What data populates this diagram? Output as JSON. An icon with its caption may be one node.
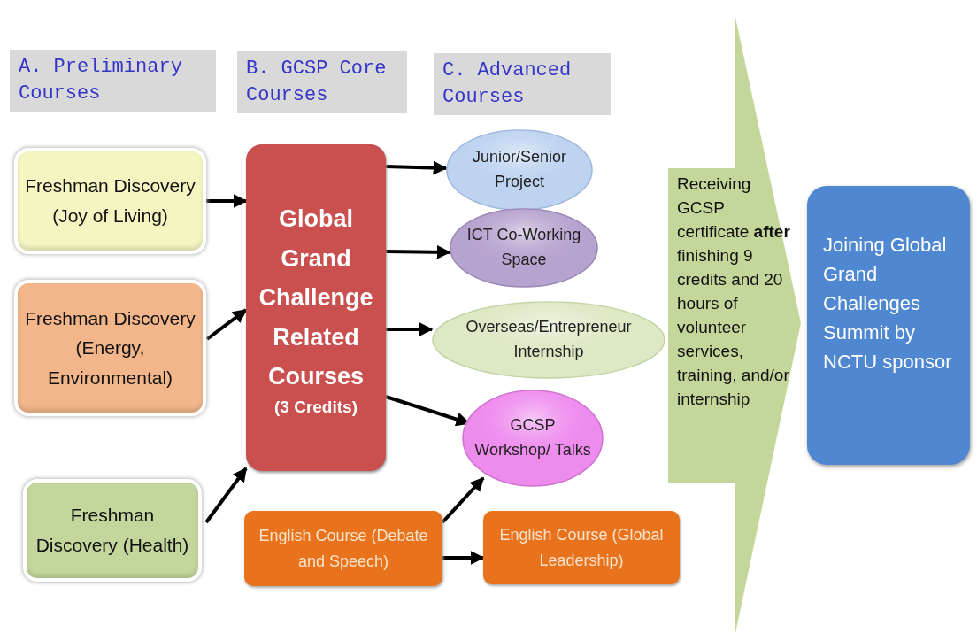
{
  "diagram": {
    "nodes": [
      {
        "text": [
          "A. Preliminary Courses"
        ]
      },
      {
        "text": [
          "B. GCSP Core Courses"
        ]
      },
      {
        "text": [
          "C. Advanced Courses"
        ]
      },
      {
        "text": [
          "Freshman Discovery (Joy of Living)"
        ]
      },
      {
        "text": [
          "Freshman Discovery (Energy, Environmental)"
        ]
      },
      {
        "text": [
          "Freshman Discovery (Health)"
        ]
      },
      {
        "text": [
          "Global Grand Challenge Related Courses",
          "(3 Credits)"
        ]
      },
      {
        "text": [
          "Junior/Senior Project"
        ]
      },
      {
        "text": [
          "ICT Co-Working Space"
        ]
      },
      {
        "text": [
          "Overseas/Entrepreneur Internship"
        ]
      },
      {
        "text": [
          "GCSP Workshop/ Talks"
        ]
      },
      {
        "text": [
          "English Course (Debate and Speech)"
        ]
      },
      {
        "text": [
          "English Course (Global Leadership)"
        ]
      },
      {
        "text": [
          "Receiving GCSP certificate **after** finishing 9 credits and 20 hours of volunteer services, training, and/or internship"
        ]
      },
      {
        "text": [
          "Joining Global Grand Challenges Summit by NCTU sponsor"
        ]
      }
    ],
    "edges": [
      {
        "from": 3,
        "to": 6,
        "arrow": "to"
      },
      {
        "from": 4,
        "to": 6,
        "arrow": "to"
      },
      {
        "from": 5,
        "to": 6,
        "arrow": "to"
      },
      {
        "from": 6,
        "to": 7,
        "arrow": "to"
      },
      {
        "from": 6,
        "to": 8,
        "arrow": "to"
      },
      {
        "from": 6,
        "to": 9,
        "arrow": "to"
      },
      {
        "from": 6,
        "to": 10,
        "arrow": "to"
      },
      {
        "from": 11,
        "to": 10,
        "arrow": "to"
      },
      {
        "from": 11,
        "to": 12,
        "arrow": "to"
      }
    ]
  }
}
